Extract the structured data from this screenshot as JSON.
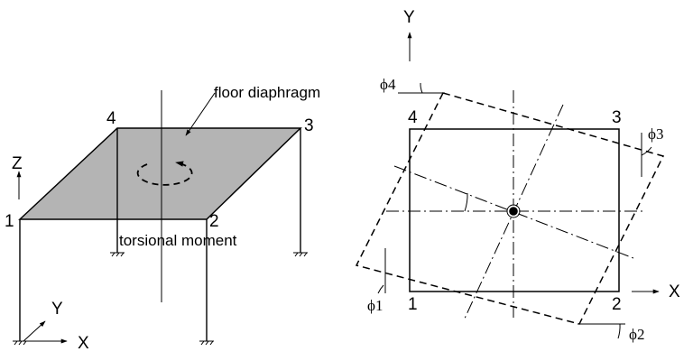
{
  "left_view": {
    "floor_label": "floor diaphragm",
    "moment_label": "torsional moment",
    "nodes": [
      "1",
      "2",
      "3",
      "4"
    ],
    "axes": {
      "z": "Z",
      "y": "Y",
      "x": "X"
    }
  },
  "right_view": {
    "axes": {
      "y": "Y",
      "x": "X"
    },
    "nodes": [
      "1",
      "2",
      "3",
      "4"
    ],
    "angles": [
      "ϕ1",
      "ϕ2",
      "ϕ3",
      "ϕ4"
    ]
  },
  "colors": {
    "floor_fill": "#b4b4b4",
    "line": "#000000"
  }
}
